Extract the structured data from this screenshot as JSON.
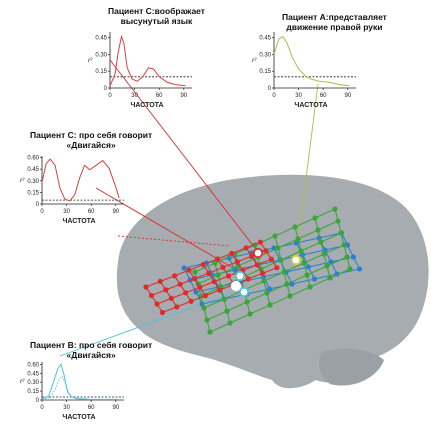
{
  "panels": {
    "c_tongue": {
      "title_lines": [
        "Пациент С:воображает",
        "высунутый язык"
      ],
      "ylabel": "r²",
      "xlabel": "ЧАСТОТА",
      "yticks": [
        "0.45",
        "0.30",
        "0.15",
        "0"
      ],
      "xticks": [
        "0",
        "30",
        "60",
        "90"
      ],
      "color": "#d94040"
    },
    "a_hand": {
      "title_lines": [
        "Пациент А:представляет",
        "движение правой руки"
      ],
      "ylabel": "r²",
      "xlabel": "ЧАСТОТА",
      "yticks": [
        "0.45",
        "0.30",
        "0.15",
        "0"
      ],
      "xticks": [
        "0",
        "30",
        "60",
        "90"
      ],
      "color": "#b7b64a"
    },
    "c_move": {
      "title_lines": [
        "Пациент С: про себя говорит",
        "«Двигайся»"
      ],
      "ylabel": "r²",
      "xlabel": "ЧАСТОТА",
      "yticks": [
        "0.60",
        "0.45",
        "0.30",
        "0.15",
        "0"
      ],
      "xticks": [
        "0",
        "30",
        "60",
        "90"
      ],
      "color": "#d94040"
    },
    "b_move": {
      "title_lines": [
        "Пациент В: про себя говорит",
        "«Двигайся»"
      ],
      "ylabel": "r²",
      "xlabel": "ЧАСТОТА",
      "yticks": [
        "0.60",
        "0.45",
        "0.30",
        "0.15",
        "0"
      ],
      "xticks": [
        "0",
        "30",
        "60",
        "90"
      ],
      "color": "#4ec2d6"
    }
  },
  "colors": {
    "brain": "#a7acb1",
    "grid_red": "#dd2c2c",
    "grid_green": "#3aa53a",
    "grid_blue": "#2f7fd0",
    "threshold": "#222222"
  }
}
